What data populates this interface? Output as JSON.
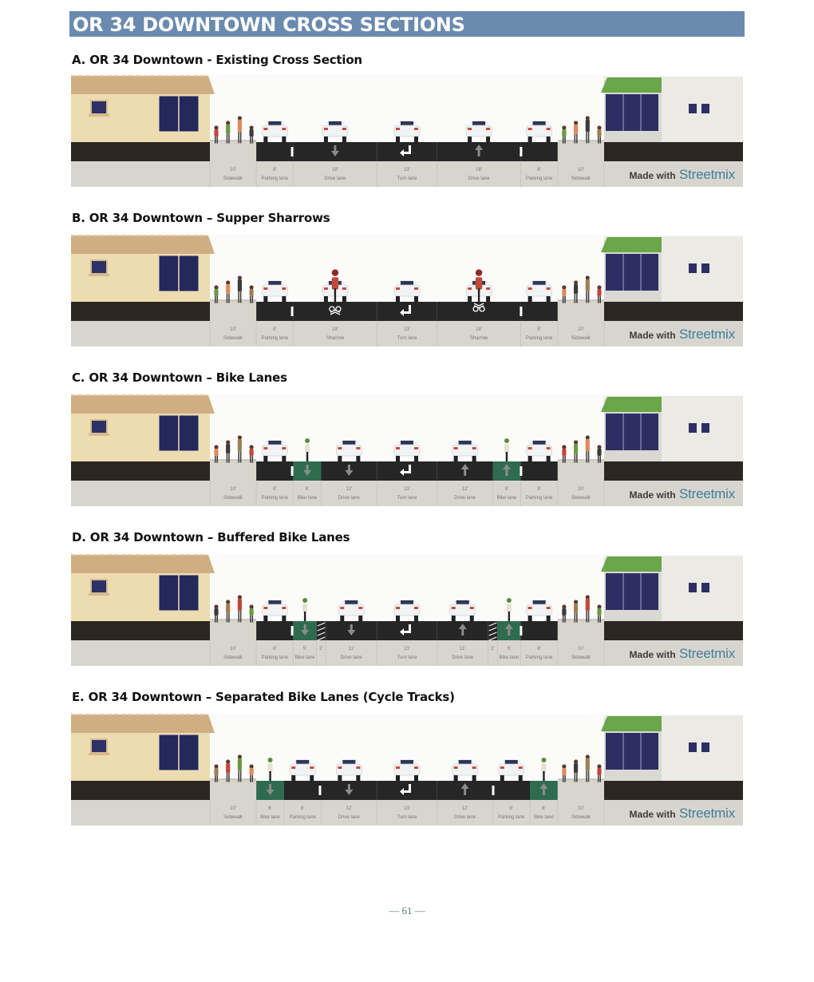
{
  "title": "OR 34 DOWNTOWN CROSS SECTIONS",
  "page_number": "— 61 —",
  "colors": {
    "title_bar": "#6a8aae",
    "bike_lane": "#2f6c4f",
    "asphalt": "#262626",
    "sidewalk": "#d8d5ce",
    "streetmix_blue": "#3f7f9e",
    "awning_green": "#6aa64a",
    "house_wall": "#ecdcb0",
    "house_roof": "#cfae83"
  },
  "watermark": {
    "made_with": "Made with",
    "brand": "Streetmix"
  },
  "sections": [
    {
      "heading": "A. OR 34 Downtown - Existing Cross Section",
      "segments": [
        {
          "type": "sidewalk",
          "width_ft": 10,
          "width_label": "10'",
          "label": "Sidewalk"
        },
        {
          "type": "parking",
          "width_ft": 8,
          "width_label": "8'",
          "label": "Parking lane"
        },
        {
          "type": "drive",
          "width_ft": 18,
          "width_label": "18'",
          "label": "Drive lane",
          "arrow": "down",
          "car": true
        },
        {
          "type": "turn",
          "width_ft": 13,
          "width_label": "13'",
          "label": "Turn lane",
          "arrow": "turn",
          "car": true
        },
        {
          "type": "drive",
          "width_ft": 18,
          "width_label": "18'",
          "label": "Drive lane",
          "arrow": "up",
          "car": true
        },
        {
          "type": "parking",
          "width_ft": 8,
          "width_label": "8'",
          "label": "Parking lane"
        },
        {
          "type": "sidewalk",
          "width_ft": 10,
          "width_label": "10'",
          "label": "Sidewalk"
        }
      ]
    },
    {
      "heading": "B. OR 34 Downtown – Supper Sharrows",
      "segments": [
        {
          "type": "sidewalk",
          "width_ft": 10,
          "width_label": "10'",
          "label": "Sidewalk"
        },
        {
          "type": "parking",
          "width_ft": 8,
          "width_label": "8'",
          "label": "Parking lane"
        },
        {
          "type": "sharrow",
          "width_ft": 18,
          "width_label": "18'",
          "label": "Sharrow",
          "arrow": "down",
          "car": true,
          "bike": true
        },
        {
          "type": "turn",
          "width_ft": 13,
          "width_label": "13'",
          "label": "Turn lane",
          "arrow": "turn",
          "car": true
        },
        {
          "type": "sharrow",
          "width_ft": 18,
          "width_label": "18'",
          "label": "Sharrow",
          "arrow": "up",
          "car": true,
          "bike": true
        },
        {
          "type": "parking",
          "width_ft": 8,
          "width_label": "8'",
          "label": "Parking lane"
        },
        {
          "type": "sidewalk",
          "width_ft": 10,
          "width_label": "10'",
          "label": "Sidewalk"
        }
      ]
    },
    {
      "heading": "C. OR 34 Downtown – Bike Lanes",
      "segments": [
        {
          "type": "sidewalk",
          "width_ft": 10,
          "width_label": "10'",
          "label": "Sidewalk"
        },
        {
          "type": "parking",
          "width_ft": 8,
          "width_label": "8'",
          "label": "Parking lane"
        },
        {
          "type": "bike",
          "width_ft": 6,
          "width_label": "6'",
          "label": "Bike lane",
          "arrow": "down",
          "bike": true
        },
        {
          "type": "drive",
          "width_ft": 12,
          "width_label": "12'",
          "label": "Drive lane",
          "arrow": "down",
          "car": true
        },
        {
          "type": "turn",
          "width_ft": 13,
          "width_label": "13'",
          "label": "Turn lane",
          "arrow": "turn",
          "car": true
        },
        {
          "type": "drive",
          "width_ft": 12,
          "width_label": "12'",
          "label": "Drive lane",
          "arrow": "up",
          "car": true
        },
        {
          "type": "bike",
          "width_ft": 6,
          "width_label": "6'",
          "label": "Bike lane",
          "arrow": "up",
          "bike": true
        },
        {
          "type": "parking",
          "width_ft": 8,
          "width_label": "8'",
          "label": "Parking lane"
        },
        {
          "type": "sidewalk",
          "width_ft": 10,
          "width_label": "10'",
          "label": "Sidewalk"
        }
      ]
    },
    {
      "heading": "D. OR 34 Downtown – Buffered Bike Lanes",
      "segments": [
        {
          "type": "sidewalk",
          "width_ft": 10,
          "width_label": "10'",
          "label": "Sidewalk"
        },
        {
          "type": "parking",
          "width_ft": 8,
          "width_label": "8'",
          "label": "Parking lane"
        },
        {
          "type": "bike",
          "width_ft": 5,
          "width_label": "5'",
          "label": "Bike lane",
          "arrow": "down",
          "bike": true
        },
        {
          "type": "buffer",
          "width_ft": 2,
          "width_label": "2'",
          "label": ""
        },
        {
          "type": "drive",
          "width_ft": 11,
          "width_label": "11'",
          "label": "Drive lane",
          "arrow": "down",
          "car": true
        },
        {
          "type": "turn",
          "width_ft": 13,
          "width_label": "13'",
          "label": "Turn lane",
          "arrow": "turn",
          "car": true
        },
        {
          "type": "drive",
          "width_ft": 11,
          "width_label": "11'",
          "label": "Drive lane",
          "arrow": "up",
          "car": true
        },
        {
          "type": "buffer",
          "width_ft": 2,
          "width_label": "2'",
          "label": ""
        },
        {
          "type": "bike",
          "width_ft": 5,
          "width_label": "5'",
          "label": "Bike lane",
          "arrow": "up",
          "bike": true
        },
        {
          "type": "parking",
          "width_ft": 8,
          "width_label": "8'",
          "label": "Parking lane"
        },
        {
          "type": "sidewalk",
          "width_ft": 10,
          "width_label": "10'",
          "label": "Sidewalk"
        }
      ]
    },
    {
      "heading": "E. OR 34 Downtown – Separated Bike Lanes (Cycle Tracks)",
      "segments": [
        {
          "type": "sidewalk",
          "width_ft": 10,
          "width_label": "10'",
          "label": "Sidewalk"
        },
        {
          "type": "bike",
          "width_ft": 6,
          "width_label": "6'",
          "label": "Bike lane",
          "arrow": "down",
          "bike": true
        },
        {
          "type": "parking",
          "width_ft": 8,
          "width_label": "8'",
          "label": "Parking lane"
        },
        {
          "type": "drive",
          "width_ft": 12,
          "width_label": "12'",
          "label": "Drive lane",
          "arrow": "down",
          "car": true
        },
        {
          "type": "turn",
          "width_ft": 13,
          "width_label": "13'",
          "label": "Turn lane",
          "arrow": "turn",
          "car": true
        },
        {
          "type": "drive",
          "width_ft": 12,
          "width_label": "12'",
          "label": "Drive lane",
          "arrow": "up",
          "car": true
        },
        {
          "type": "parking",
          "width_ft": 8,
          "width_label": "8'",
          "label": "Parking lane"
        },
        {
          "type": "bike",
          "width_ft": 6,
          "width_label": "6'",
          "label": "Bike lane",
          "arrow": "up",
          "bike": true
        },
        {
          "type": "sidewalk",
          "width_ft": 10,
          "width_label": "10'",
          "label": "Sidewalk"
        }
      ]
    }
  ]
}
